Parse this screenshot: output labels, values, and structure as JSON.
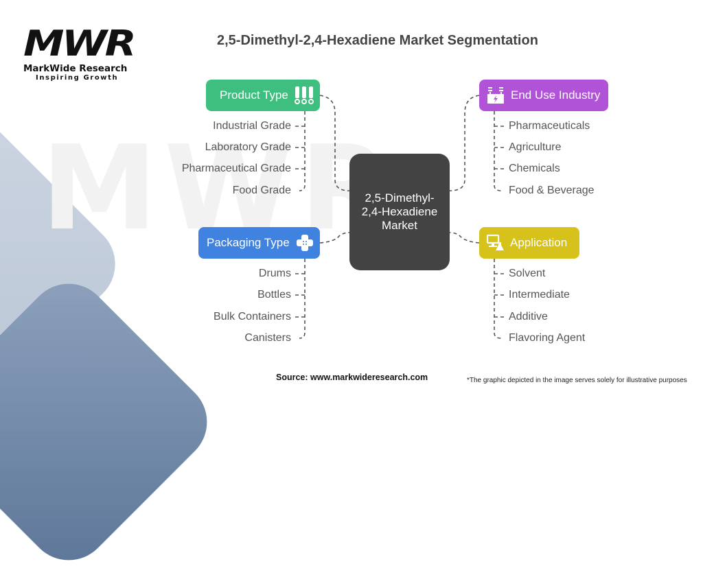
{
  "logo": {
    "mark": "MWR",
    "name": "MarkWide Research",
    "tagline": "Inspiring Growth"
  },
  "watermark": "MWR",
  "title": "2,5-Dimethyl-2,4-Hexadiene Market Segmentation",
  "center": {
    "label": "2,5-Dimethyl-2,4-Hexadiene Market",
    "color": "#434343"
  },
  "segments": [
    {
      "label": "Product Type",
      "icon": "test-tubes-icon",
      "color": "#3fbf7f",
      "items": [
        "Industrial Grade",
        "Laboratory Grade",
        "Pharmaceutical Grade",
        "Food Grade"
      ]
    },
    {
      "label": "End Use Industry",
      "icon": "factory-icon",
      "color": "#b153d6",
      "items": [
        "Pharmaceuticals",
        "Agriculture",
        "Chemicals",
        "Food & Beverage"
      ]
    },
    {
      "label": "Packaging Type",
      "icon": "bandage-icon",
      "color": "#3f82e0",
      "items": [
        "Drums",
        "Bottles",
        "Bulk Containers",
        "Canisters"
      ]
    },
    {
      "label": "Application",
      "icon": "computer-flask-icon",
      "color": "#d6c21b",
      "items": [
        "Solvent",
        "Intermediate",
        "Additive",
        "Flavoring Agent"
      ]
    }
  ],
  "footer": {
    "source": "Source: www.markwideresearch.com",
    "note": "*The graphic depicted in the image serves solely for illustrative purposes"
  }
}
